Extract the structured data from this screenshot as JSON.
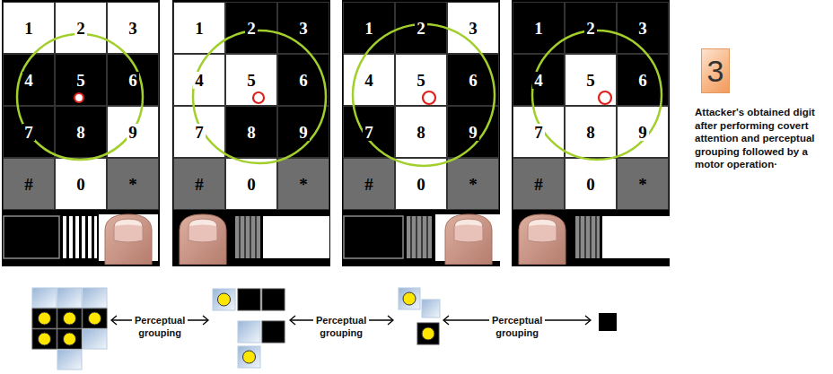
{
  "diagram": {
    "nodes": [
      {
        "text": [
          "1"
        ]
      },
      {
        "text": [
          "2"
        ]
      },
      {
        "text": [
          "3"
        ]
      },
      {
        "text": [
          "4"
        ]
      },
      {
        "text": [
          "5"
        ]
      },
      {
        "text": [
          "6"
        ]
      },
      {
        "text": [
          "7"
        ]
      },
      {
        "text": [
          "8"
        ]
      },
      {
        "text": [
          "9"
        ]
      },
      {
        "text": [
          "#"
        ]
      },
      {
        "text": [
          "0"
        ]
      },
      {
        "text": [
          "*"
        ]
      },
      {
        "text": [
          "1"
        ]
      },
      {
        "text": [
          "2"
        ]
      },
      {
        "text": [
          "3"
        ]
      },
      {
        "text": [
          "4"
        ]
      },
      {
        "text": [
          "5"
        ]
      },
      {
        "text": [
          "6"
        ]
      },
      {
        "text": [
          "7"
        ]
      },
      {
        "text": [
          "8"
        ]
      },
      {
        "text": [
          "9"
        ]
      },
      {
        "text": [
          "#"
        ]
      },
      {
        "text": [
          "0"
        ]
      },
      {
        "text": [
          "*"
        ]
      },
      {
        "text": [
          "1"
        ]
      },
      {
        "text": [
          "2"
        ]
      },
      {
        "text": [
          "3"
        ]
      },
      {
        "text": [
          "4"
        ]
      },
      {
        "text": [
          "5"
        ]
      },
      {
        "text": [
          "6"
        ]
      },
      {
        "text": [
          "7"
        ]
      },
      {
        "text": [
          "8"
        ]
      },
      {
        "text": [
          "9"
        ]
      },
      {
        "text": [
          "#"
        ]
      },
      {
        "text": [
          "0"
        ]
      },
      {
        "text": [
          "*"
        ]
      },
      {
        "text": [
          "1"
        ]
      },
      {
        "text": [
          "2"
        ]
      },
      {
        "text": [
          "3"
        ]
      },
      {
        "text": [
          "4"
        ]
      },
      {
        "text": [
          "5"
        ]
      },
      {
        "text": [
          "6"
        ]
      },
      {
        "text": [
          "7"
        ]
      },
      {
        "text": [
          "8"
        ]
      },
      {
        "text": [
          "9"
        ]
      },
      {
        "text": [
          "#"
        ]
      },
      {
        "text": [
          "0"
        ]
      },
      {
        "text": [
          "*"
        ]
      },
      {
        "text": [
          "3"
        ]
      }
    ],
    "labels": [
      "Perceptual grouping",
      "Perceptual grouping",
      "Perceptual grouping",
      "Attacker's obtained digit after performing covert attention and perceptual grouping followed by a motor operation·"
    ]
  }
}
